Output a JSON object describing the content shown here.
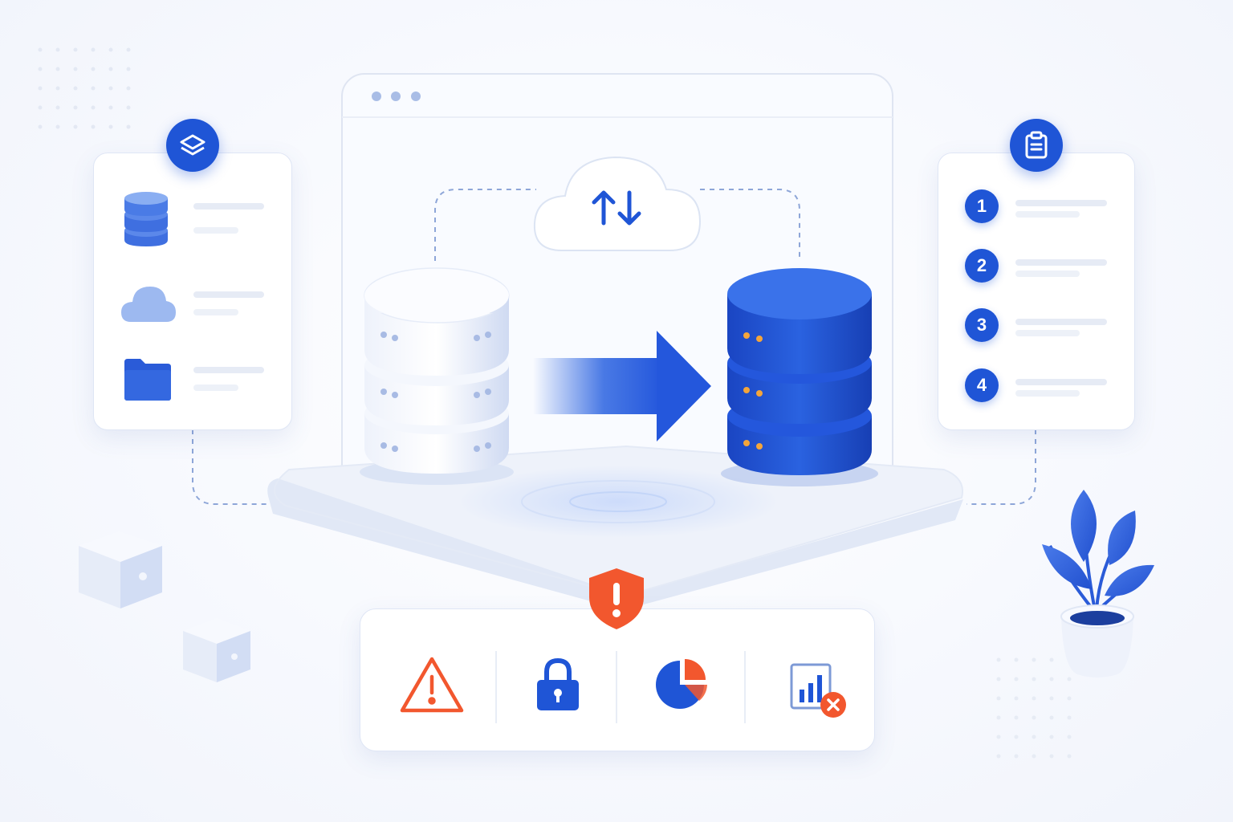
{
  "left_panel": {
    "header_icon": "layers-icon",
    "items": [
      {
        "icon": "database-icon"
      },
      {
        "icon": "cloud-icon"
      },
      {
        "icon": "folder-icon"
      }
    ]
  },
  "right_panel": {
    "header_icon": "clipboard-icon",
    "steps": [
      {
        "number": "1"
      },
      {
        "number": "2"
      },
      {
        "number": "3"
      },
      {
        "number": "4"
      }
    ]
  },
  "center": {
    "window_controls": [
      "dot",
      "dot",
      "dot"
    ],
    "cloud_icon": "sync-arrows-icon",
    "source_db": "source-database",
    "target_db": "target-database"
  },
  "risk_bar": {
    "badge_icon": "shield-alert-icon",
    "icons": [
      "warning-icon",
      "lock-icon",
      "pie-chart-icon",
      "report-error-icon"
    ]
  },
  "colors": {
    "brand_blue": "#1f55d6",
    "alert_orange": "#f2572e",
    "light_blue": "#7aa0ea"
  }
}
